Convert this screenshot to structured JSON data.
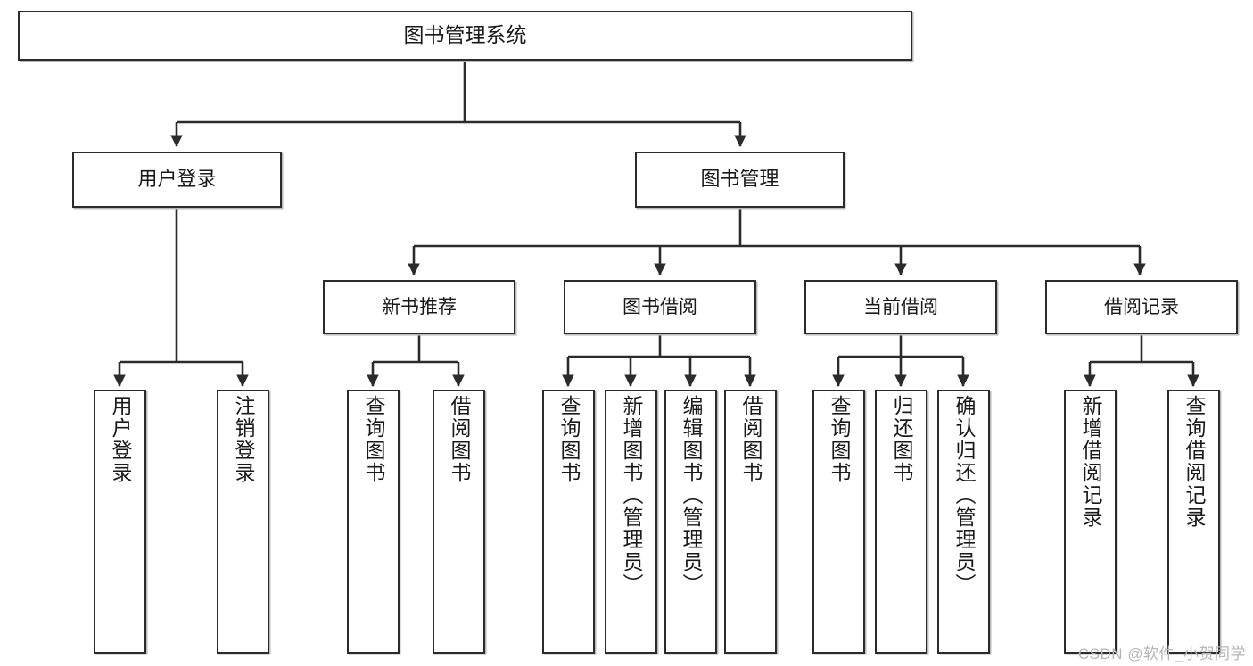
{
  "diagram": {
    "title": "图书管理系统",
    "type": "tree-hierarchy-chart",
    "root": {
      "label": "图书管理系统"
    },
    "level2": [
      {
        "label": "用户登录"
      },
      {
        "label": "图书管理"
      }
    ],
    "level3": [
      {
        "label": "新书推荐"
      },
      {
        "label": "图书借阅"
      },
      {
        "label": "当前借阅"
      },
      {
        "label": "借阅记录"
      }
    ],
    "leaves": [
      {
        "label": "用户登录"
      },
      {
        "label": "注销登录"
      },
      {
        "label": "查询图书"
      },
      {
        "label": "借阅图书"
      },
      {
        "label": "查询图书"
      },
      {
        "label": "新增图书（管理员）"
      },
      {
        "label": "编辑图书（管理员）"
      },
      {
        "label": "借阅图书"
      },
      {
        "label": "查询图书"
      },
      {
        "label": "归还图书"
      },
      {
        "label": "确认归还（管理员）"
      },
      {
        "label": "新增借阅记录"
      },
      {
        "label": "查询借阅记录"
      }
    ]
  },
  "watermark": {
    "text": "CSDN @软件_小贺同学"
  },
  "colors": {
    "border": "#2b2b2b",
    "fill": "#ffffff",
    "text": "#1a1a1a",
    "wire": "#2b2b2b",
    "watermark": "#b6b6b6",
    "shadow": "#b9b9b9"
  }
}
